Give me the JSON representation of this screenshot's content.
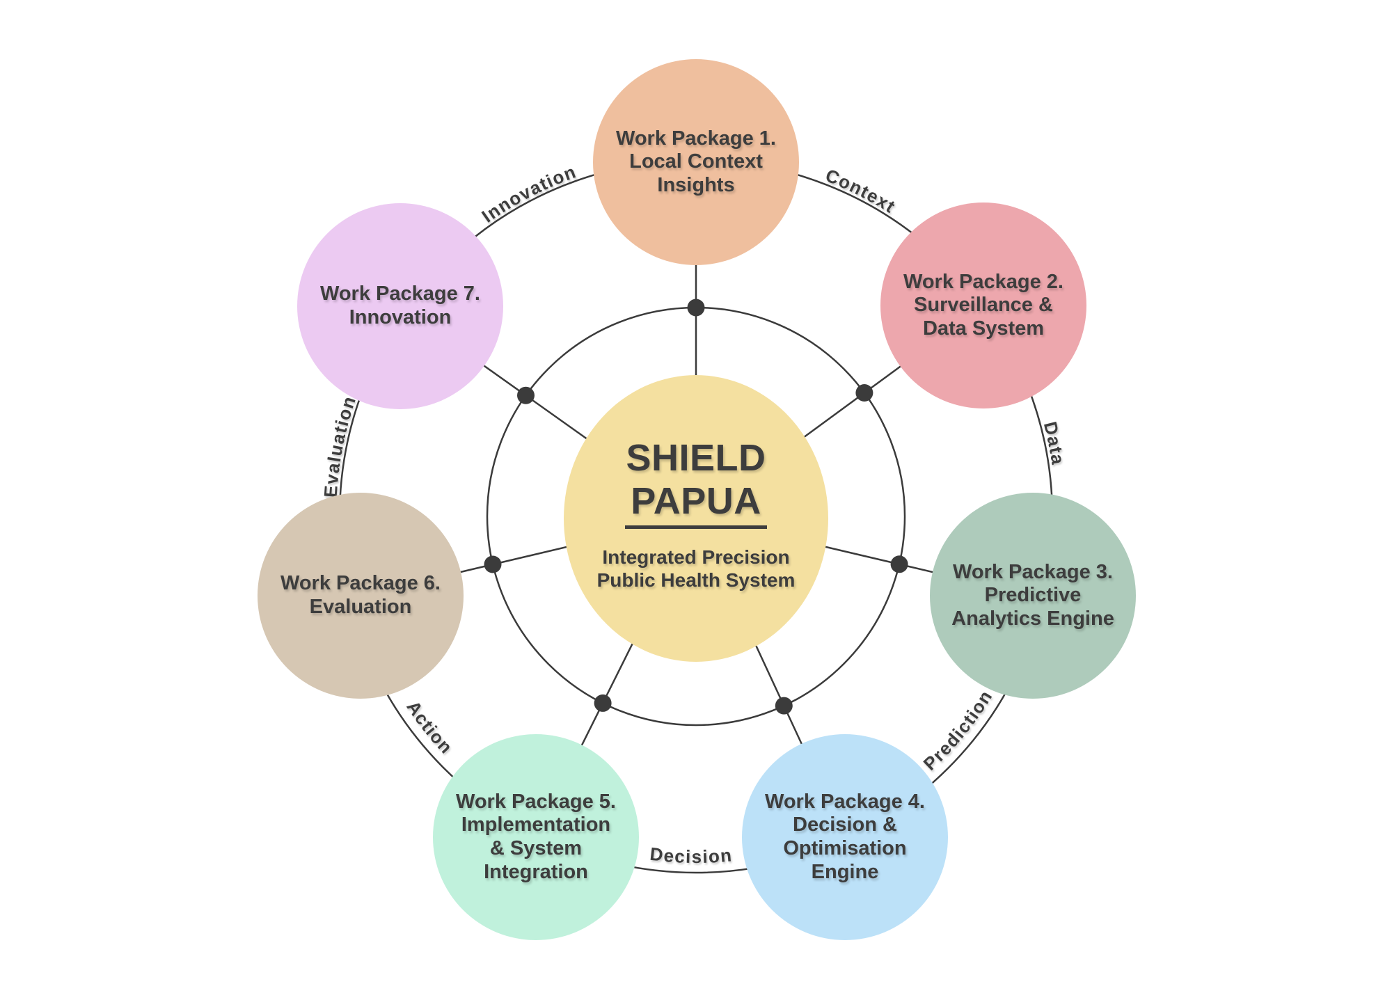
{
  "background": "#ffffff",
  "ink": "#3d3d3d",
  "line_color": "#3b3b3b",
  "center": {
    "title_line1": "SHIELD",
    "title_line2": "PAPUA",
    "subtitle": "Integrated Precision\nPublic Health System",
    "color": "#f4e0a0"
  },
  "work_packages": [
    {
      "label": "Work Package 1.\nLocal Context\nInsights",
      "color": "#efbf9e"
    },
    {
      "label": "Work Package 2.\nSurveillance &\nData System",
      "color": "#eda7ad"
    },
    {
      "label": "Work Package 3.\nPredictive\nAnalytics Engine",
      "color": "#aecbbb"
    },
    {
      "label": "Work Package 4.\nDecision &\nOptimisation\nEngine",
      "color": "#bce1f8"
    },
    {
      "label": "Work Package 5.\nImplementation\n& System\nIntegration",
      "color": "#c0f1dc"
    },
    {
      "label": "Work Package 6.\nEvaluation",
      "color": "#d6c7b3"
    },
    {
      "label": "Work Package 7.\nInnovation",
      "color": "#eccaf2"
    }
  ],
  "ring_labels": [
    {
      "text": "Innovation"
    },
    {
      "text": "Context"
    },
    {
      "text": "Data"
    },
    {
      "text": "Prediction"
    },
    {
      "text": "Decision"
    },
    {
      "text": "Action"
    },
    {
      "text": "Evaluation"
    }
  ]
}
